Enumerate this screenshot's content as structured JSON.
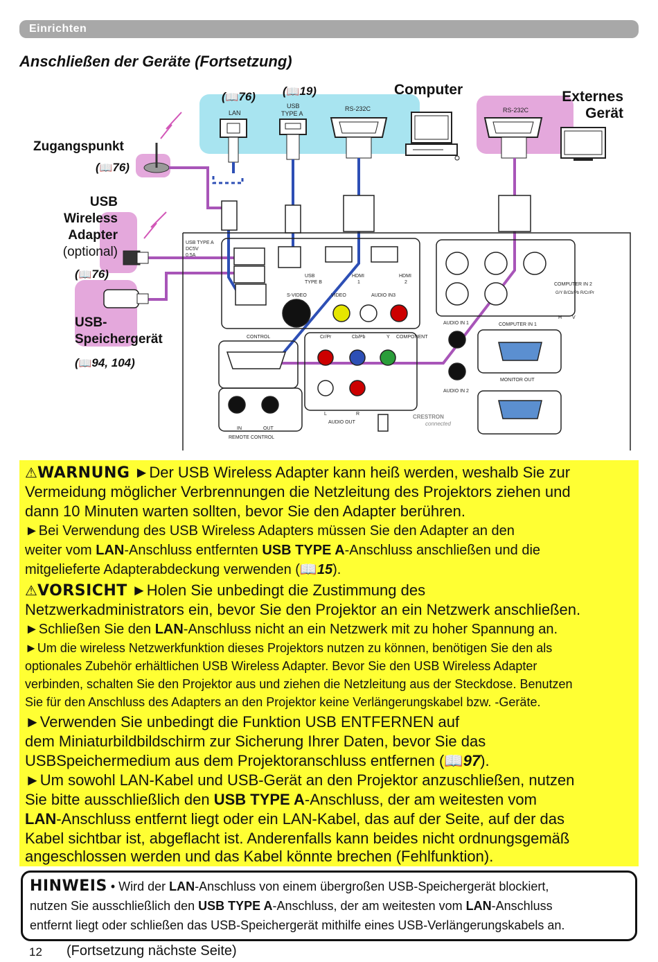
{
  "header": {
    "section": "Einrichten"
  },
  "title": "Anschließen der Geräte (Fortsetzung)",
  "diagram": {
    "labels": {
      "computer": "Computer",
      "external_device_line1": "Externes",
      "external_device_line2": "Gerät",
      "access_point": "Zugangspunkt",
      "usb_line1": "USB",
      "usb_line2": "Wireless",
      "usb_line3": "Adapter",
      "optional": "(optional)",
      "usb_storage_line1": "USB-",
      "usb_storage_line2": "Speichergerät"
    },
    "refs": {
      "lan_ref": "76",
      "usb_a_ref": "19",
      "access_point_ref": "76",
      "adapter_ref": "76",
      "storage_ref_1": "94",
      "storage_ref_2": "104",
      "open": "(",
      "close": ")",
      "sep": ", "
    },
    "port_labels": {
      "lan": "LAN",
      "usb_type_a_1": "USB",
      "usb_type_a_2": "TYPE A",
      "rs232c_pc": "RS-232C",
      "rs232c_ext": "RS-232C",
      "panel_usb_a_1": "USB TYPE A",
      "panel_usb_a_2": "DC5V",
      "panel_usb_a_3": "0.5A",
      "usb_b_1": "USB",
      "usb_b_2": "TYPE B",
      "hdmi1": "HDMI",
      "hdmi1_n": "1",
      "hdmi2": "HDMI",
      "hdmi2_n": "2",
      "svideo": "S-VIDEO",
      "video": "VIDEO",
      "audio_in3": "AUDIO IN3",
      "control": "CONTROL",
      "cr_pr": "Cr/Pr",
      "cb_pb": "Cb/Pb",
      "y": "Y",
      "component": "COMPONENT",
      "audio_out": "AUDIO OUT",
      "remote_in": "IN",
      "remote_out": "OUT",
      "remote_control": "REMOTE CONTROL",
      "audio_in1": "AUDIO IN 1",
      "audio_in2": "AUDIO IN 2",
      "computer_in1": "COMPUTER IN 1",
      "computer_in2": "COMPUTER IN 2",
      "cin2_sub": "G/Y  B/Cb/Pb  R/Cr/Pr",
      "h": "H",
      "v": "V",
      "monitor_out": "MONITOR OUT",
      "crestron": "CRESTRON",
      "connected": "connected",
      "l": "L",
      "r": "R"
    }
  },
  "warning": {
    "warn_keyword": "WARNUNG",
    "warn_text_1": "Der USB Wireless Adapter kann heiß werden, weshalb Sie zur",
    "warn_text_2": "Vermeidung möglicher Verbrennungen die Netzleitung des Projektors ziehen und",
    "warn_text_3": "dann 10 Minuten warten sollten, bevor Sie den Adapter berühren.",
    "warn2_a": "Bei Verwendung des USB Wireless Adapters müssen Sie den Adapter an den",
    "warn2_b1": "weiter vom ",
    "warn2_b_lan": "LAN",
    "warn2_b2": "-Anschluss entfernten ",
    "warn2_b_usb": "USB TYPE A",
    "warn2_b3": "-Anschluss anschließen und die",
    "warn2_c1": "mitgelieferte Adapterabdeckung verwenden (",
    "warn2_c_ref": "15",
    "warn2_c2": ").",
    "caution_keyword": "VORSICHT",
    "caution_1": "Holen Sie unbedingt die Zustimmung des",
    "caution_2": "Netzwerkadministrators ein, bevor Sie den Projektor an ein Netzwerk anschließen.",
    "caution_3a": "Schließen Sie den ",
    "caution_3_lan": "LAN",
    "caution_3b": "-Anschluss nicht an ein Netzwerk mit zu hoher Spannung an.",
    "caution_4a": "Um die wireless Netzwerkfunktion dieses Projektors nutzen zu können, benötigen Sie den als",
    "caution_4b": "optionales Zubehör erhältlichen USB Wireless Adapter. Bevor Sie den USB Wireless Adapter",
    "caution_4c": "verbinden, schalten Sie den Projektor aus und ziehen die Netzleitung aus der Steckdose. Benutzen",
    "caution_4d": "Sie für den Anschluss des Adapters an den Projektor keine Verlängerungskabel bzw. -Geräte.",
    "caution_5a": "Verwenden Sie unbedingt die Funktion USB ENTFERNEN auf",
    "caution_5b": "dem Miniaturbildbildschirm zur Sicherung Ihrer Daten, bevor Sie das",
    "caution_5c1": "USBSpeichermedium aus dem Projektoranschluss entfernen (",
    "caution_5c_ref": "97",
    "caution_5c2": ").",
    "caution_6a": "Um sowohl LAN-Kabel und USB-Gerät an den Projektor anzuschließen, nutzen",
    "caution_6b1": "Sie bitte ausschließlich den ",
    "caution_6b_usb": "USB TYPE A",
    "caution_6b2": "-Anschluss, der am weitesten vom",
    "caution_6c_lan": "LAN",
    "caution_6c2": "-Anschluss entfernt liegt oder ein LAN-Kabel, das auf der Seite, auf der das",
    "caution_6d": "Kabel sichtbar ist, abgeflacht ist. Anderenfalls kann beides nicht ordnungsgemäß",
    "caution_6e": "angeschlossen werden und das Kabel könnte brechen (Fehlfunktion)."
  },
  "note": {
    "keyword": "HINWEIS",
    "l1a": " • Wird der ",
    "l1_lan": "LAN",
    "l1b": "-Anschluss von einem übergroßen USB-Speichergerät blockiert,",
    "l2a": "nutzen Sie ausschließlich den ",
    "l2_usb": "USB TYPE A",
    "l2b": "-Anschluss, der am weitesten vom ",
    "l2_lan": "LAN",
    "l2c": "-Anschluss",
    "l3": "entfernt liegt oder schließen das USB-Speichergerät mithilfe eines USB-Verlängerungskabels an."
  },
  "footer": {
    "page_number": "12",
    "continued": "(Fortsetzung nächste Seite)"
  },
  "colors": {
    "header_bar": "#a8a8a8",
    "computer_zone": "#a8e4f0",
    "device_zone": "#e4a8dc",
    "warning_bg": "#ffff33",
    "cable_purple": "#a855b8",
    "cable_blue": "#2d4fb5"
  }
}
